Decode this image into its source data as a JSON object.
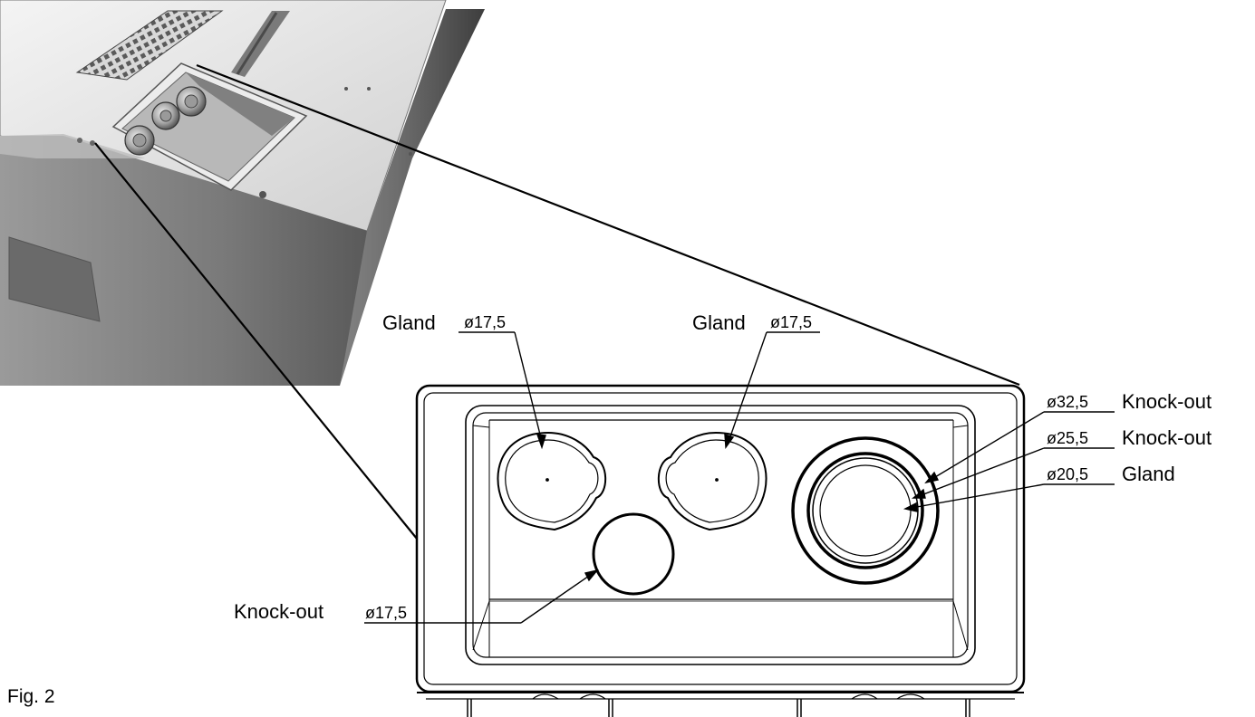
{
  "figure_label": "Fig. 2",
  "callouts": {
    "gland_left": {
      "name": "Gland",
      "diameter": "ø17,5"
    },
    "gland_middle": {
      "name": "Gland",
      "diameter": "ø17,5"
    },
    "knockout_bottom": {
      "name": "Knock-out",
      "diameter": "ø17,5"
    },
    "knockout_outer": {
      "name": "Knock-out",
      "diameter": "ø32,5"
    },
    "knockout_inner": {
      "name": "Knock-out",
      "diameter": "ø25,5"
    },
    "gland_right": {
      "name": "Gland",
      "diameter": "ø20,5"
    }
  },
  "colors": {
    "line": "#000000",
    "render_dark": "#4a4a4a",
    "render_light": "#c9c9c9"
  }
}
